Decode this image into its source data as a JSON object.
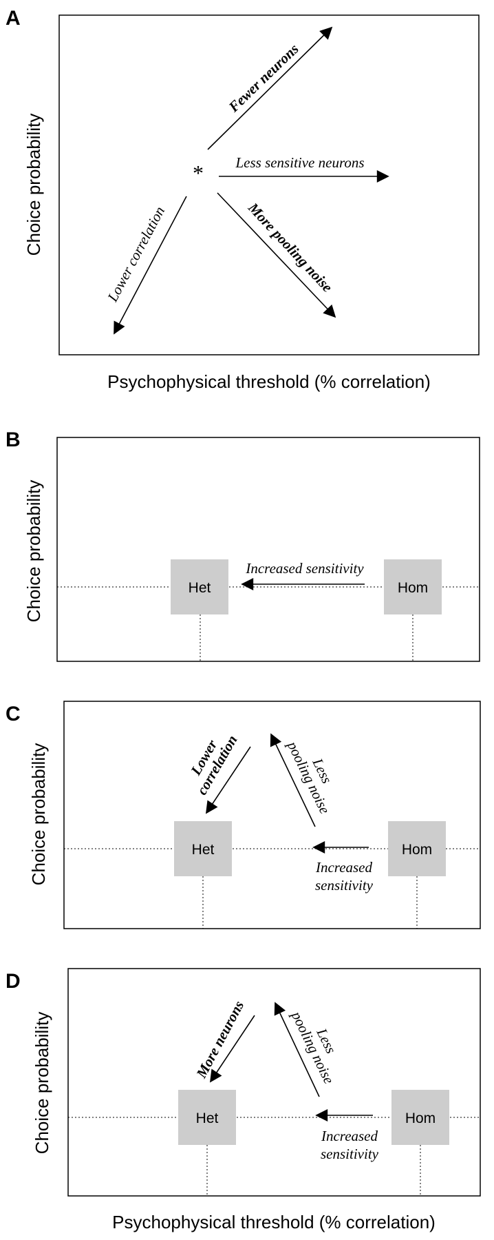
{
  "axes": {
    "ylabel": "Choice probability",
    "xlabel": "Psychophysical threshold (% correlation)"
  },
  "panels": {
    "a": {
      "letter": "A",
      "marker": "*",
      "arrows": {
        "fewer_neurons": "Fewer neurons",
        "less_sensitive": "Less sensitive neurons",
        "more_pooling": "More pooling noise",
        "lower_correlation": "Lower correlation"
      }
    },
    "b": {
      "letter": "B",
      "het": "Het",
      "hom": "Hom",
      "arrow": "Increased sensitivity"
    },
    "c": {
      "letter": "C",
      "het": "Het",
      "hom": "Hom",
      "lower_1": "Lower",
      "lower_2": "correlation",
      "less_1": "Less",
      "less_2": "pooling noise",
      "inc_1": "Increased",
      "inc_2": "sensitivity"
    },
    "d": {
      "letter": "D",
      "het": "Het",
      "hom": "Hom",
      "more_neurons": "More neurons",
      "less_1": "Less",
      "less_2": "pooling noise",
      "inc_1": "Increased",
      "inc_2": "sensitivity"
    }
  }
}
